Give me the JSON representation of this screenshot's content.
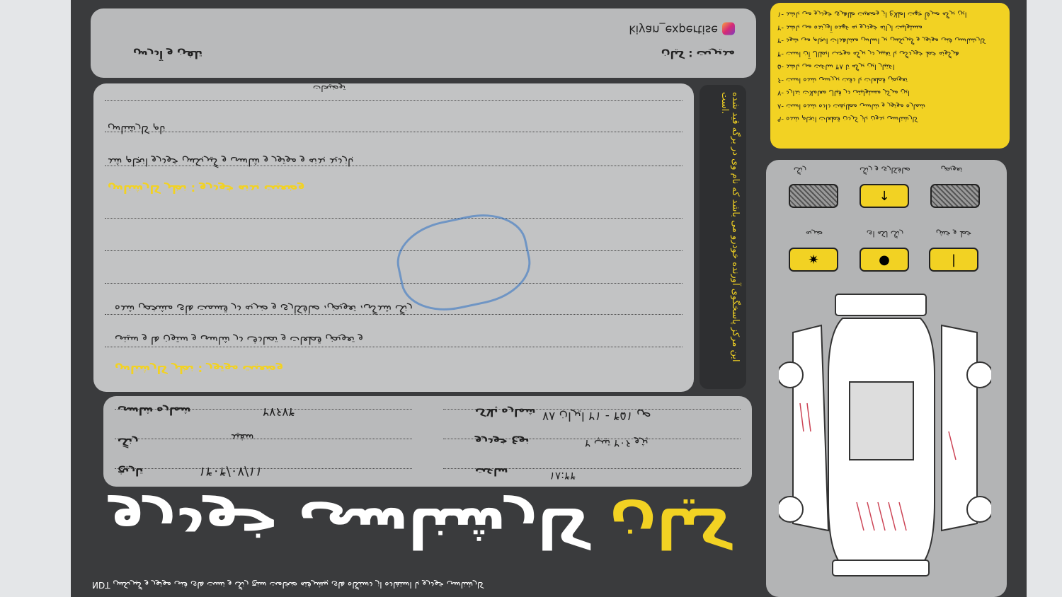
{
  "header": {
    "instagram": "kiyan_expertise",
    "label_left": "تلفن و آدرس",
    "label_right": "مدیریت : کیان"
  },
  "notes": {
    "title": "توضیحات",
    "line1": "نام کارشناس",
    "line2": "بازدید بدنه و موتور و شاسی و گیربکس خودرو انجام شد",
    "highlight1": "وضعیت بدنه خودرو : نظر کارشناس",
    "line3": "رنگ شدگی، تعویض، صافکاری و ضربه در قسمت های مشخص شده",
    "line4": "و تعویض قطعات و تصادف در شاسی و ستون ها و سینی",
    "highlight2": "وضعیت موتور : نظر کارشناس"
  },
  "side_note": "این مرکز پاسخگوی آورنده خودرو می باشد که نام وی در برگه قید شده است.",
  "info": {
    "fields": [
      {
        "label": "شماره پلاک",
        "value": "۷۸ ص ۴۵۱ - ۲۱ ایران"
      },
      {
        "label": "نوع خودرو",
        "value": "پژو ۲۰۶ تیپ ۲"
      },
      {
        "label": "ساعت",
        "value": "۱۸:۴۴"
      },
      {
        "label": "شماره شاسی",
        "value": "۲۷۶۷۴"
      },
      {
        "label": "رنگ",
        "value": "سفید"
      },
      {
        "label": "تاریخ",
        "value": "۱۴۰۴/۰۷/۱۱"
      }
    ]
  },
  "title": {
    "part1": "کارشناسی خودرو",
    "part2": "کیان"
  },
  "footer": "NDT کارشناسی خودرو با استفاده از دستگاه های پیشرفته ضخامت سنج رنگ و تست های فنی موتور و گیربکس",
  "rules": [
    "۱- این برگه صرفاً جهت اطلاع از وضعیت ظاهری خودرو می باشد",
    "۲- مسئولیت ارائه خودرو به عهده آورنده می باشد",
    "۳- کارشناسی فنی موتور و گیربکس بر اساس مشاهدات انجام می شود",
    "۴- هرگونه خط خوردگی یا تغییر در برگه موجب ابطال آن است",
    "۵- اعتبار این برگه تا ۴۸ ساعت می باشد",
    "۶- تعویض قطعات با دقت بررسی شده است",
    "۷- این مرکز مسئولیتی در قبال معاملات ندارد",
    "۸- شماره موتور و شاسی مطابقت داده شده است",
    "۹- کارشناسی بدون باز کردن قطعات انجام شده"
  ],
  "legend": {
    "keys": [
      {
        "label": "تعویض",
        "icon": "hatch"
      },
      {
        "label": "صافکاری و رنگ",
        "icon": "arrow-down"
      },
      {
        "label": "رنگ",
        "icon": "hatch"
      },
      {
        "label": "خط و خش",
        "icon": "line"
      },
      {
        "label": "رنگ لکه ای",
        "icon": "dot"
      },
      {
        "label": "ضربه",
        "icon": "star"
      }
    ]
  },
  "colors": {
    "form_bg": "#3a3b3d",
    "accent": "#f2d223",
    "panel": "#b9babb"
  }
}
